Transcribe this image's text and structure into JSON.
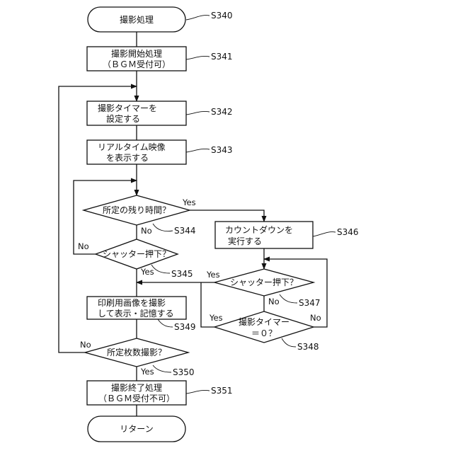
{
  "nodes": {
    "start": {
      "text": "撮影処理",
      "step": "S340"
    },
    "s341": {
      "lines": [
        "撮影開始処理",
        "（ＢＧＭ受付可）"
      ],
      "step": "S341"
    },
    "s342": {
      "lines": [
        "撮影タイマーを",
        "設定する"
      ],
      "step": "S342"
    },
    "s343": {
      "lines": [
        "リアルタイム映像",
        "を表示する"
      ],
      "step": "S343"
    },
    "d_remaining": {
      "text": "所定の残り時間？",
      "step": "S344"
    },
    "d_shutter1": {
      "text": "シャッター押下？",
      "step": "S345"
    },
    "s346": {
      "lines": [
        "カウントダウンを",
        "実行する"
      ],
      "step": "S346"
    },
    "d_shutter2": {
      "text": "シャッター押下？",
      "step": "S347"
    },
    "d_timer": {
      "lines": [
        "撮影タイマー",
        "＝０？"
      ],
      "step": "S348"
    },
    "s349": {
      "lines": [
        "印刷用画像を撮影",
        "して表示・記憶する"
      ],
      "step": "S349"
    },
    "d_count": {
      "text": "所定枚数撮影？",
      "step": "S350"
    },
    "s351": {
      "lines": [
        "撮影終了処理",
        "（ＢＧＭ受付不可）"
      ],
      "step": "S351"
    },
    "end": {
      "text": "リターン"
    }
  },
  "branches": {
    "yes": "Yes",
    "no": "No"
  }
}
